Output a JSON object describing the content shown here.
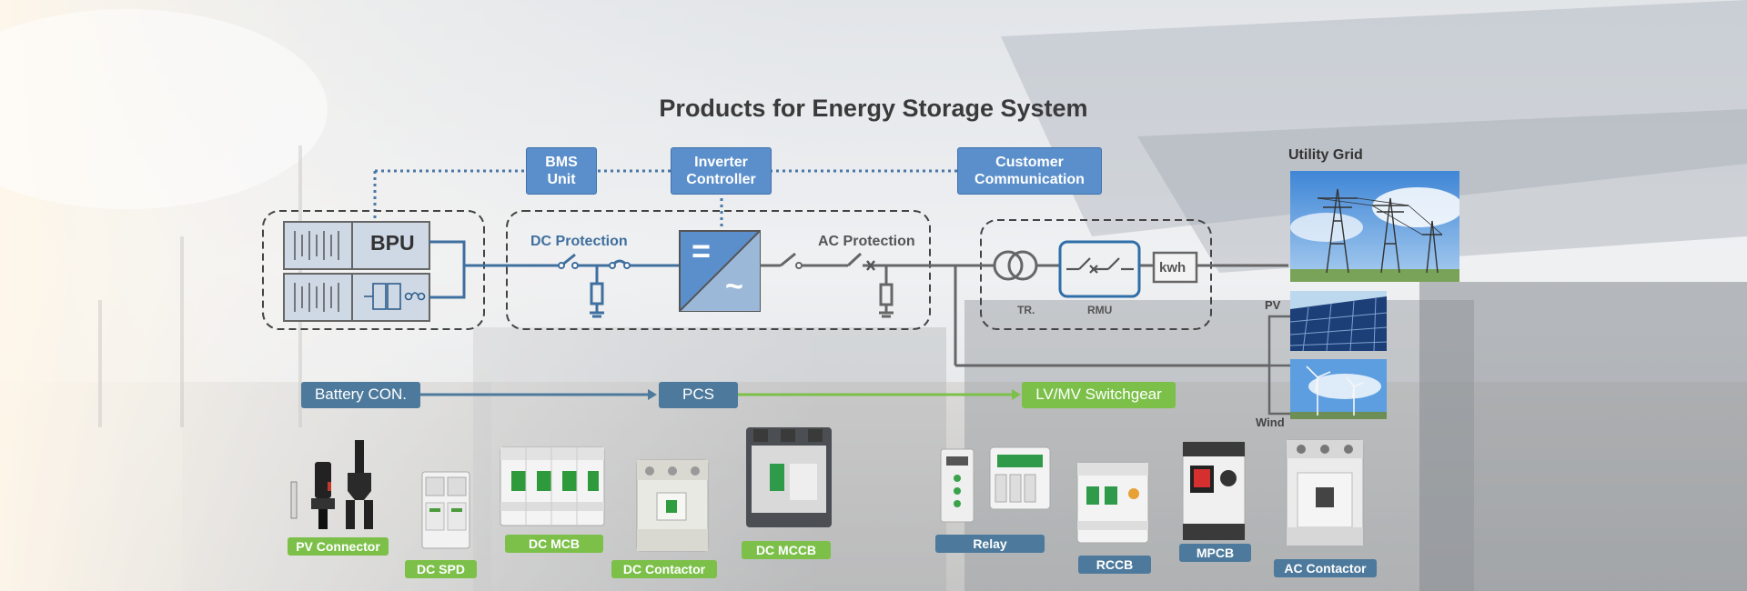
{
  "page": {
    "title": "Products for Energy Storage System"
  },
  "controllers": [
    {
      "id": "bms",
      "label_line1": "BMS",
      "label_line2": "Unit"
    },
    {
      "id": "inverter",
      "label_line1": "Inverter",
      "label_line2": "Controller"
    },
    {
      "id": "customer",
      "label_line1": "Customer",
      "label_line2": "Communication"
    }
  ],
  "diagram": {
    "bpu_label": "BPU",
    "dc_protection": "DC Protection",
    "ac_protection": "AC Protection",
    "inverter_dc_symbol": "=",
    "inverter_ac_symbol": "~",
    "tr_label": "TR.",
    "rmu_label": "RMU",
    "meter_label": "kwh"
  },
  "sources": {
    "utility_grid": "Utility Grid",
    "pv": "PV",
    "wind": "Wind"
  },
  "flow": [
    {
      "label": "Battery CON.",
      "color": "#4d7a9c"
    },
    {
      "label": "PCS",
      "color": "#4d7a9c"
    },
    {
      "label": "LV/MV Switchgear",
      "color": "#7cc04a"
    }
  ],
  "products": [
    {
      "name": "PV Connector",
      "group": "green",
      "icon": "pv-connector-icon"
    },
    {
      "name": "DC SPD",
      "group": "green",
      "icon": "spd-icon"
    },
    {
      "name": "DC MCB",
      "group": "green",
      "icon": "mcb-icon"
    },
    {
      "name": "DC Contactor",
      "group": "green",
      "icon": "contactor-icon"
    },
    {
      "name": "DC MCCB",
      "group": "green",
      "icon": "mccb-icon"
    },
    {
      "name": "Relay",
      "group": "blue",
      "icon": "relay-icon"
    },
    {
      "name": "RCCB",
      "group": "blue",
      "icon": "rccb-icon"
    },
    {
      "name": "MPCB",
      "group": "blue",
      "icon": "mpcb-icon"
    },
    {
      "name": "AC Contactor",
      "group": "blue",
      "icon": "ac-contactor-icon"
    }
  ],
  "colors": {
    "controller_fill": "#5b8fcb",
    "line_blue": "#4a78a6",
    "green_accent": "#7cc04a",
    "blue_accent": "#4d7a9c",
    "title_text": "#3a3a3a"
  }
}
